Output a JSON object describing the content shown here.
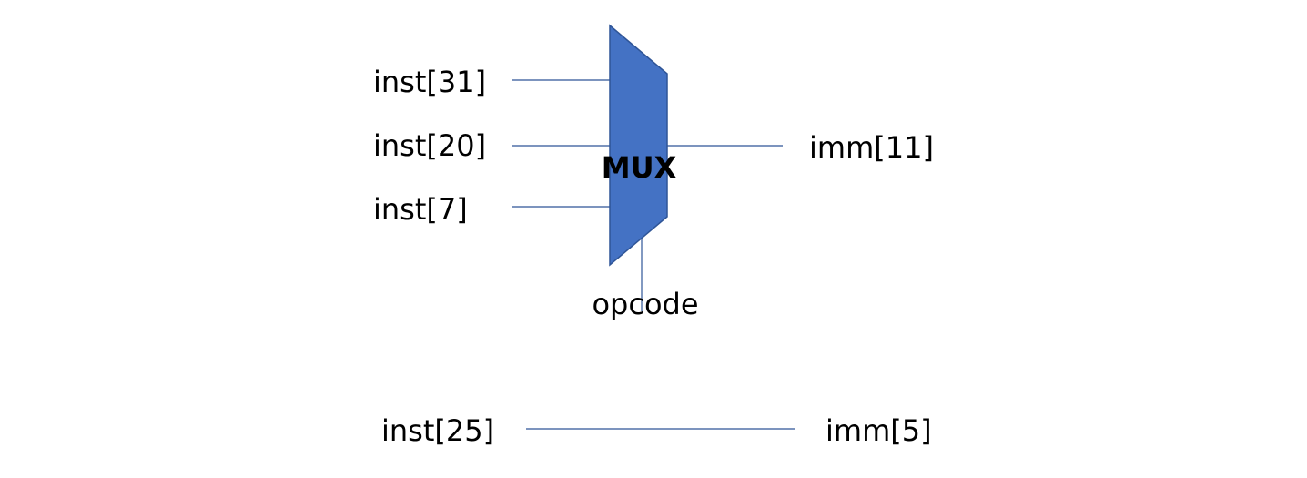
{
  "colors": {
    "mux_fill": "#4472c4",
    "mux_stroke": "#2f5597",
    "wire": "#2f5597",
    "text": "#000000",
    "background": "#ffffff"
  },
  "mux": {
    "label": "MUX",
    "select_label": "opcode"
  },
  "mux_inputs": [
    {
      "label": "inst[31]"
    },
    {
      "label": "inst[20]"
    },
    {
      "label": "inst[7]"
    }
  ],
  "mux_output": {
    "label": "imm[11]"
  },
  "direct_connection": {
    "from_label": "inst[25]",
    "to_label": "imm[5]"
  }
}
